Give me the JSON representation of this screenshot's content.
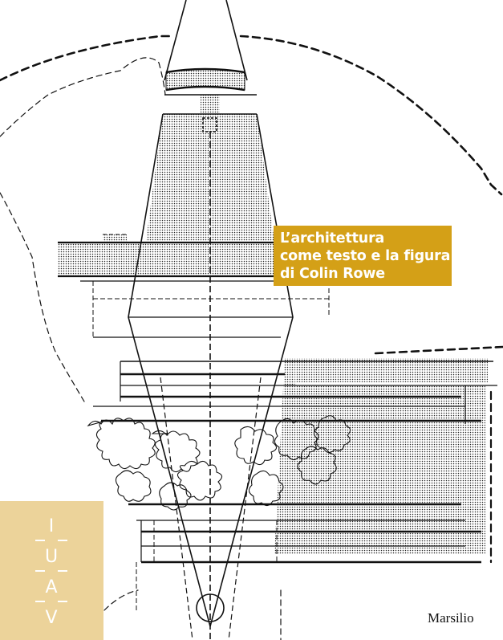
{
  "cover": {
    "title_lines": [
      "L’architettura",
      "come testo e la figura",
      "di Colin Rowe"
    ],
    "series_letters": [
      "I",
      "U",
      "A",
      "V"
    ],
    "publisher": "Marsilio",
    "colors": {
      "title_background": "#d4a017",
      "series_background": "#ecd39a",
      "line_color": "#111111",
      "background": "#ffffff"
    },
    "illustration": "architectural-site-plan-drawing"
  }
}
